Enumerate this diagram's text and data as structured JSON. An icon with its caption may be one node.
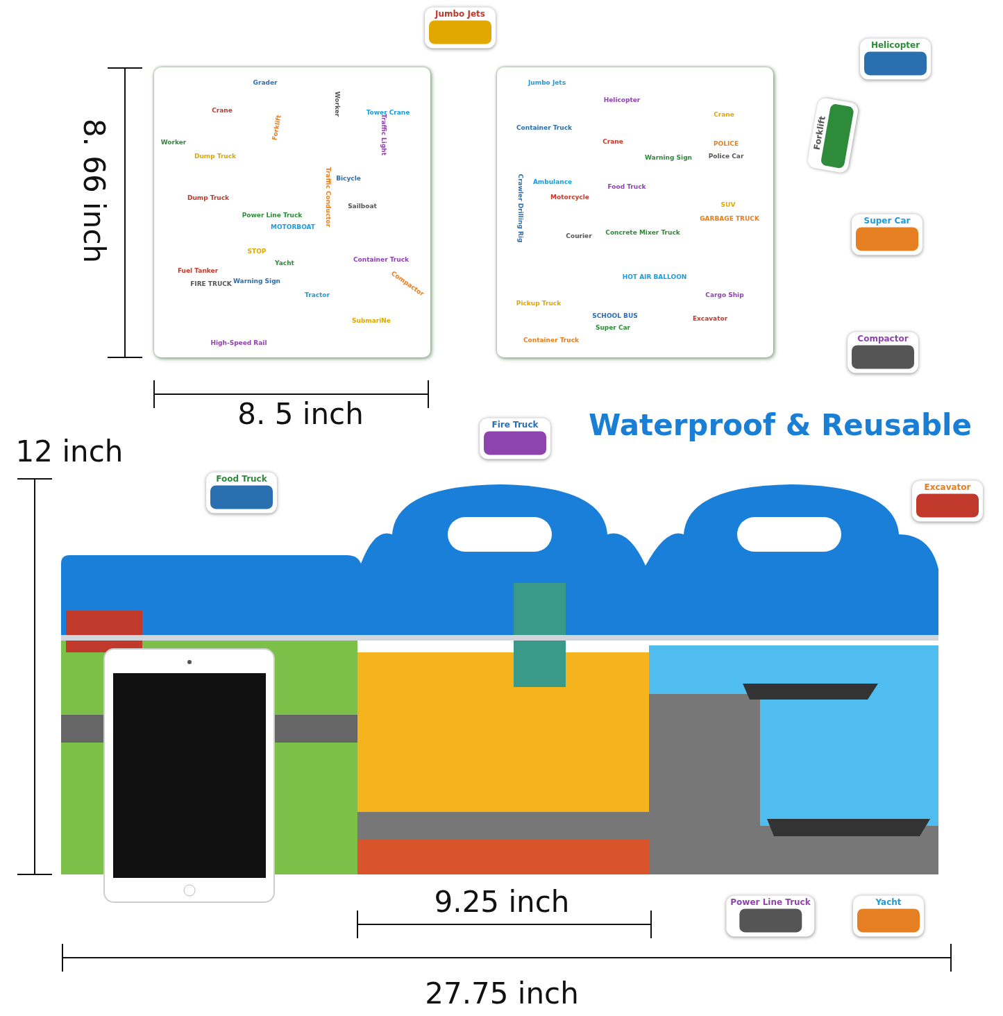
{
  "diagram": {
    "title": "Waterproof & Reusable",
    "nodes": [
      {
        "text": [
          "Grader",
          "Crane",
          "Worker",
          "Forklift",
          "Worker",
          "Tower Crane",
          "Traffic Light",
          "Dump Truck",
          "Bicycle",
          "Dump Truck",
          "Power Line Truck",
          "Traffic Conductor",
          "Sailboat",
          "MOTORBOAT",
          "Container Truck",
          "STOP",
          "Warning Sign",
          "Fuel Tanker",
          "Yacht",
          "Compactor",
          "FIRE TRUCK",
          "Tractor",
          "High-Speed Rail",
          "SubmariNe"
        ]
      },
      {
        "text": [
          "Jumbo Jets",
          "Helicopter",
          "Crane",
          "Container Truck",
          "Crane",
          "Warning Sign",
          "POLICE",
          "Police Car",
          "Ambulance",
          "Food Truck",
          "SUV",
          "Crawler Drilling Rig",
          "Motorcycle",
          "Concrete Mixer Truck",
          "GARBAGE TRUCK",
          "Courier",
          "HOT AIR BALLOON",
          "Cargo Ship",
          "Pickup Truck",
          "SCHOOL BUS",
          "Excavator",
          "Super Car",
          "Container Truck"
        ]
      }
    ],
    "labels": [
      "Jumbo Jets",
      "Helicopter",
      "8. 66 inch",
      "Forklift",
      "Super Car",
      "Compactor",
      "8. 5 inch",
      "Fire Truck",
      "12 inch",
      "Food Truck",
      "Excavator",
      "9.25 inch",
      "Yacht",
      "Power Line Truck",
      "27.75 inch"
    ]
  }
}
